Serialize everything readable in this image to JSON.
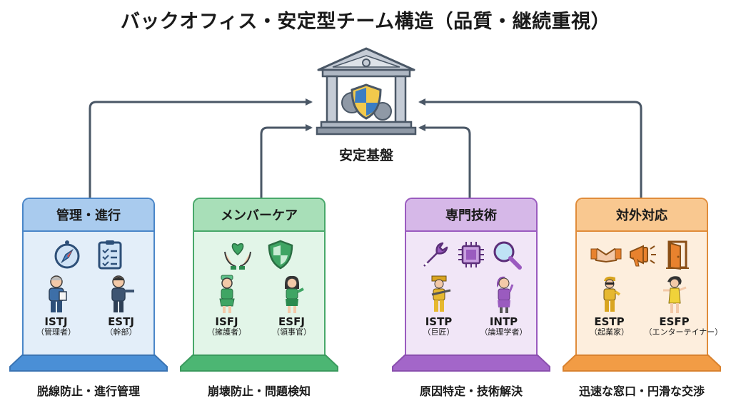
{
  "title": "バックオフィス・安定型チーム構造（品質・継続重視）",
  "hub": {
    "label": "安定基盤",
    "icon": "bank-shield-gear-icon"
  },
  "colors": {
    "arrow": "#4a5766",
    "blue": {
      "border": "#4a86c8",
      "head": "#a9cbee",
      "body": "#e3eef9",
      "base": "#4a8fd6"
    },
    "green": {
      "border": "#48a86a",
      "head": "#a8dfb8",
      "body": "#e2f5e8",
      "base": "#4cb673"
    },
    "purple": {
      "border": "#9a5bbf",
      "head": "#d6b8e8",
      "body": "#f1e6f7",
      "base": "#a366c9"
    },
    "orange": {
      "border": "#e08c3a",
      "head": "#f9c890",
      "body": "#fdeedd",
      "base": "#f29c45"
    }
  },
  "groups": [
    {
      "title": "管理・進行",
      "icons": [
        "compass-icon",
        "checklist-clipboard-icon"
      ],
      "members": [
        {
          "type": "ISTJ",
          "role": "（管理者）"
        },
        {
          "type": "ESTJ",
          "role": "（幹部）"
        }
      ],
      "caption": "脱線防止・進行管理"
    },
    {
      "title": "メンバーケア",
      "icons": [
        "hands-heart-icon",
        "shield-icon"
      ],
      "members": [
        {
          "type": "ISFJ",
          "role": "（擁護者）"
        },
        {
          "type": "ESFJ",
          "role": "（領事官）"
        }
      ],
      "caption": "崩壊防止・問題検知"
    },
    {
      "title": "専門技術",
      "icons": [
        "wrench-icon",
        "chip-icon",
        "magnifier-icon"
      ],
      "members": [
        {
          "type": "ISTP",
          "role": "（巨匠）"
        },
        {
          "type": "INTP",
          "role": "（論理学者）"
        }
      ],
      "caption": "原因特定・技術解決"
    },
    {
      "title": "対外対応",
      "icons": [
        "handshake-icon",
        "megaphone-icon",
        "door-icon"
      ],
      "members": [
        {
          "type": "ESTP",
          "role": "（起業家）"
        },
        {
          "type": "ESFP",
          "role": "（エンターテイナー）"
        }
      ],
      "caption": "迅速な窓口・円滑な交渉"
    }
  ]
}
